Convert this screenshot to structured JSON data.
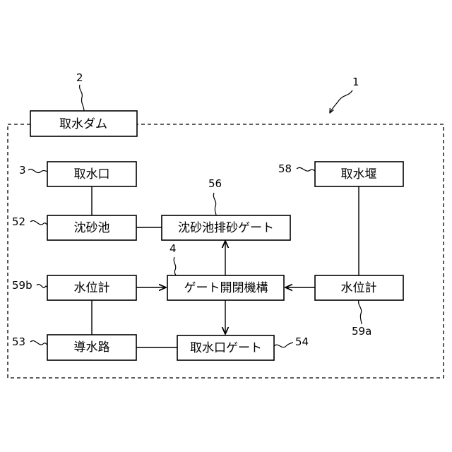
{
  "diagram": {
    "boxes": {
      "intake_dam": "取水ダム",
      "intake": "取水口",
      "intake_weir": "取水堰",
      "settling_basin": "沈砂池",
      "settling_gate": "沈砂池排砂ゲート",
      "water_gauge_left": "水位計",
      "gate_mechanism": "ゲート開閉機構",
      "water_gauge_right": "水位計",
      "headrace": "導水路",
      "intake_gate": "取水口ゲート"
    },
    "refs": {
      "system": "1",
      "intake_dam": "2",
      "intake": "3",
      "gate_mechanism": "4",
      "settling_basin": "52",
      "headrace": "53",
      "intake_gate": "54",
      "settling_gate": "56",
      "intake_weir": "58",
      "water_gauge_right": "59a",
      "water_gauge_left": "59b"
    }
  }
}
